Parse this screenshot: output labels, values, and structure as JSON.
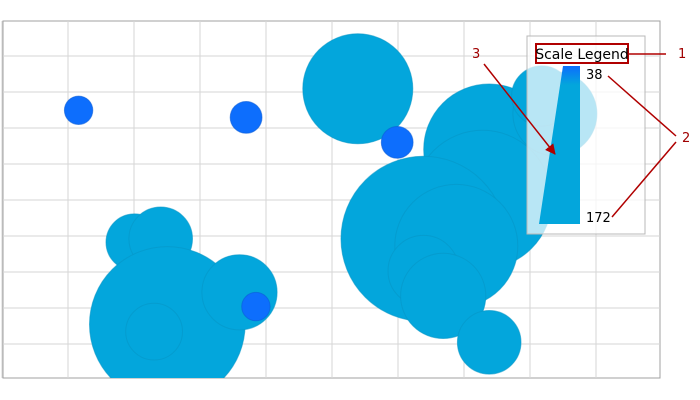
{
  "chart_data": {
    "type": "bubble",
    "title": "",
    "xlabel": "",
    "ylabel": "",
    "grid": true,
    "legend": {
      "title": "Scale Legend",
      "placement": "top-right",
      "max_label": "38",
      "min_label": "172"
    },
    "series": [
      {
        "color": "#03a6dc",
        "points": [
          {
            "x": 2.0,
            "y": 3.8,
            "size": 16
          },
          {
            "x": 2.4,
            "y": 3.9,
            "size": 20
          },
          {
            "x": 2.5,
            "y": 1.5,
            "size": 120
          },
          {
            "x": 2.3,
            "y": 1.3,
            "size": 16
          },
          {
            "x": 3.6,
            "y": 2.4,
            "size": 28
          },
          {
            "x": 5.4,
            "y": 8.1,
            "size": 60
          },
          {
            "x": 7.4,
            "y": 6.4,
            "size": 85
          },
          {
            "x": 7.3,
            "y": 5.8,
            "size": 14
          },
          {
            "x": 7.3,
            "y": 5.0,
            "size": 95
          },
          {
            "x": 6.4,
            "y": 3.9,
            "size": 135
          },
          {
            "x": 6.9,
            "y": 3.7,
            "size": 75
          },
          {
            "x": 6.4,
            "y": 3.0,
            "size": 25
          },
          {
            "x": 6.7,
            "y": 2.3,
            "size": 36
          },
          {
            "x": 7.4,
            "y": 1.0,
            "size": 20
          },
          {
            "x": 8.4,
            "y": 7.4,
            "size": 35
          },
          {
            "x": 8.2,
            "y": 7.9,
            "size": 18
          }
        ]
      },
      {
        "color": "#0d6efd",
        "points": [
          {
            "x": 1.15,
            "y": 7.5,
            "size": 4
          },
          {
            "x": 3.7,
            "y": 7.3,
            "size": 5
          },
          {
            "x": 3.85,
            "y": 2.0,
            "size": 4
          },
          {
            "x": 6.0,
            "y": 6.6,
            "size": 5
          }
        ]
      }
    ],
    "annotations": [
      {
        "label": "1"
      },
      {
        "label": "2"
      },
      {
        "label": "3"
      }
    ]
  }
}
